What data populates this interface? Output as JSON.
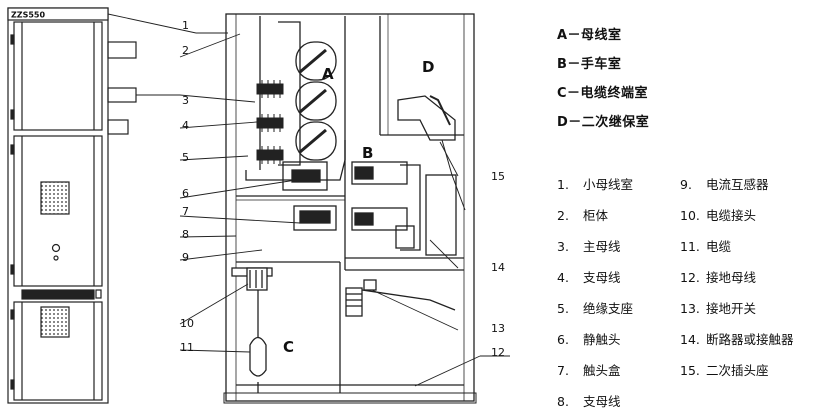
{
  "panel_model": "ZZS550",
  "compartment_legend": [
    {
      "key": "A",
      "text": "A－母线室"
    },
    {
      "key": "B",
      "text": "B－手车室"
    },
    {
      "key": "C",
      "text": "C－电缆终端室"
    },
    {
      "key": "D",
      "text": "D－二次继保室"
    }
  ],
  "compartment_letters": [
    "A",
    "B",
    "C",
    "D"
  ],
  "callout_numbers": [
    "1",
    "2",
    "3",
    "4",
    "5",
    "6",
    "7",
    "8",
    "9",
    "10",
    "11",
    "12",
    "13",
    "14",
    "15"
  ],
  "parts_left": [
    {
      "num": "1.",
      "name": "小母线室"
    },
    {
      "num": "2.",
      "name": "柜体"
    },
    {
      "num": "3.",
      "name": "主母线"
    },
    {
      "num": "4.",
      "name": "支母线"
    },
    {
      "num": "5.",
      "name": "绝缘支座"
    },
    {
      "num": "6.",
      "name": "静触头"
    },
    {
      "num": "7.",
      "name": "触头盒"
    },
    {
      "num": "8.",
      "name": "支母线"
    }
  ],
  "parts_right": [
    {
      "num": "9.",
      "name": "电流互感器"
    },
    {
      "num": "10.",
      "name": "电缆接头"
    },
    {
      "num": "11.",
      "name": "电缆"
    },
    {
      "num": "12.",
      "name": "接地母线"
    },
    {
      "num": "13.",
      "name": "接地开关"
    },
    {
      "num": "14.",
      "name": "断路器或接触器"
    },
    {
      "num": "15.",
      "name": "二次插头座"
    }
  ]
}
